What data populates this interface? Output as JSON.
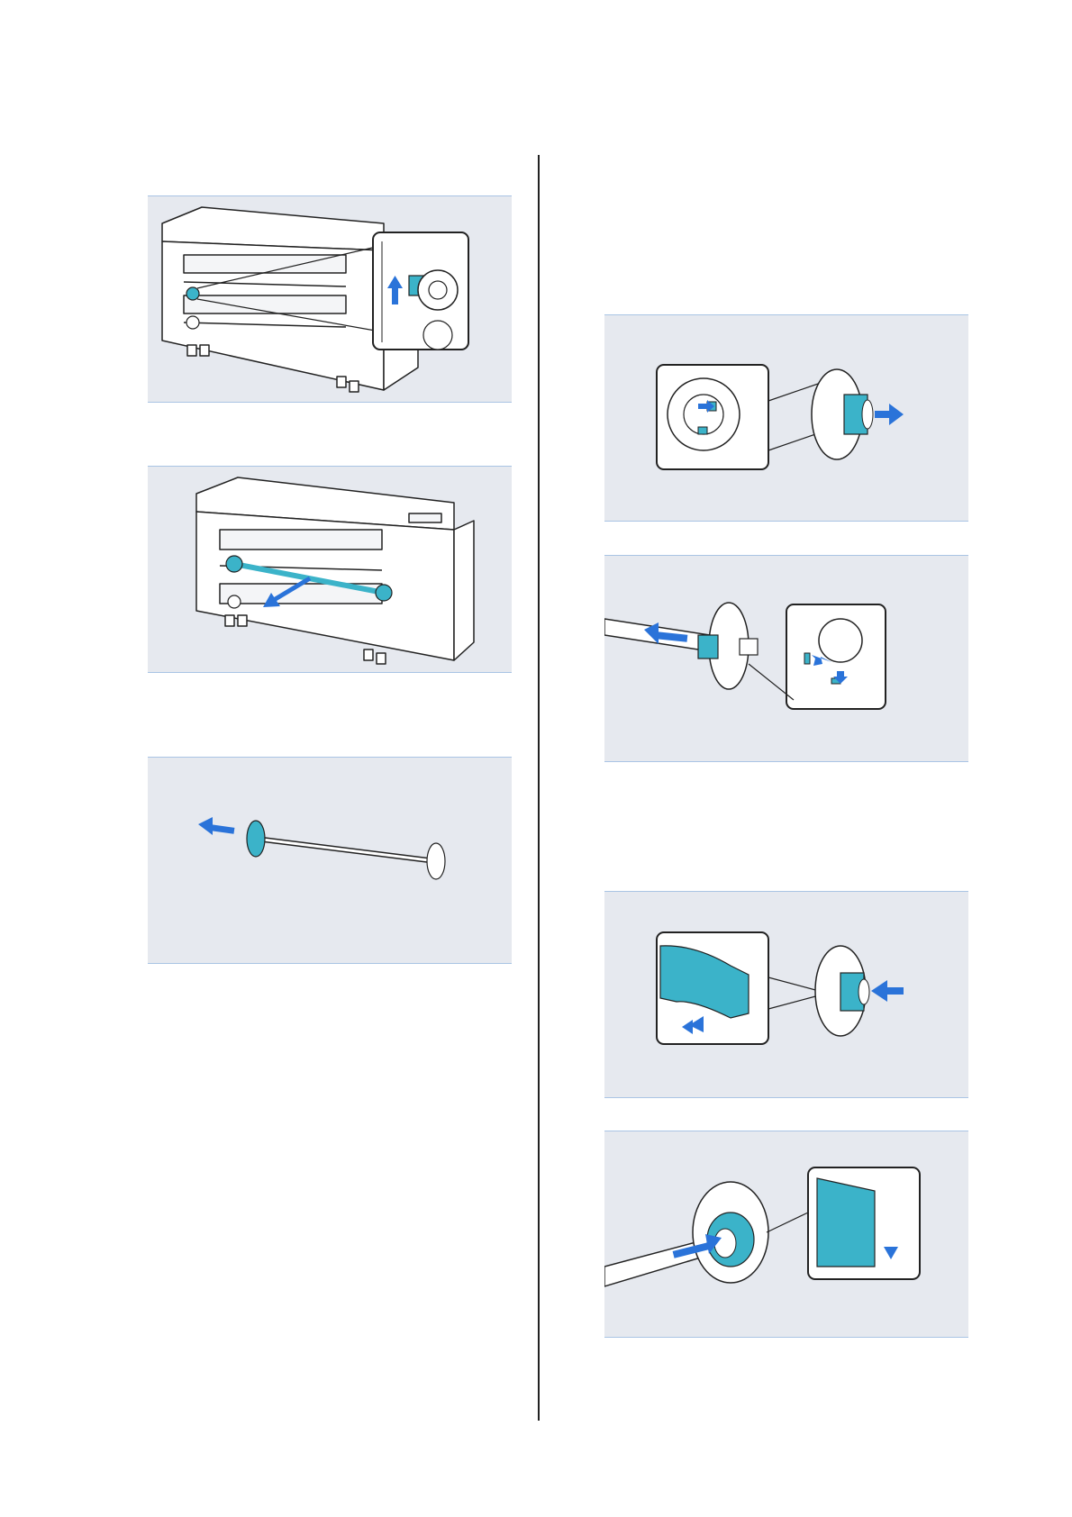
{
  "page": {
    "colors": {
      "figure_background": "#e6e9ef",
      "figure_rule": "#a9c4e4",
      "accent_cyan": "#3bb3c9",
      "arrow_blue": "#2a73d9",
      "line": "#222222"
    }
  },
  "figures": [
    {
      "id": "fig-printer-lever-inset",
      "icons": [
        "printer-icon",
        "inset-callout-icon",
        "arrow-up-icon"
      ]
    },
    {
      "id": "fig-printer-remove-spindle",
      "icons": [
        "printer-icon",
        "spindle-icon",
        "arrow-out-icon"
      ]
    },
    {
      "id": "fig-spindle-remove-flange",
      "icons": [
        "spindle-icon",
        "flange-icon",
        "arrow-left-icon"
      ]
    },
    {
      "id": "fig-flange-adapter-remove",
      "icons": [
        "flange-icon",
        "inset-callout-icon",
        "arrow-right-icon"
      ]
    },
    {
      "id": "fig-spindle-flange-remove-inset",
      "icons": [
        "spindle-icon",
        "flange-icon",
        "inset-callout-icon",
        "arrow-left-icon"
      ]
    },
    {
      "id": "fig-flange-adapter-attach",
      "icons": [
        "flange-icon",
        "inset-callout-icon",
        "arrow-left-icon",
        "triangle-mark-icon"
      ]
    },
    {
      "id": "fig-spindle-insert-flange",
      "icons": [
        "spindle-icon",
        "flange-icon",
        "inset-callout-icon",
        "arrow-right-icon",
        "triangle-mark-icon"
      ]
    }
  ]
}
